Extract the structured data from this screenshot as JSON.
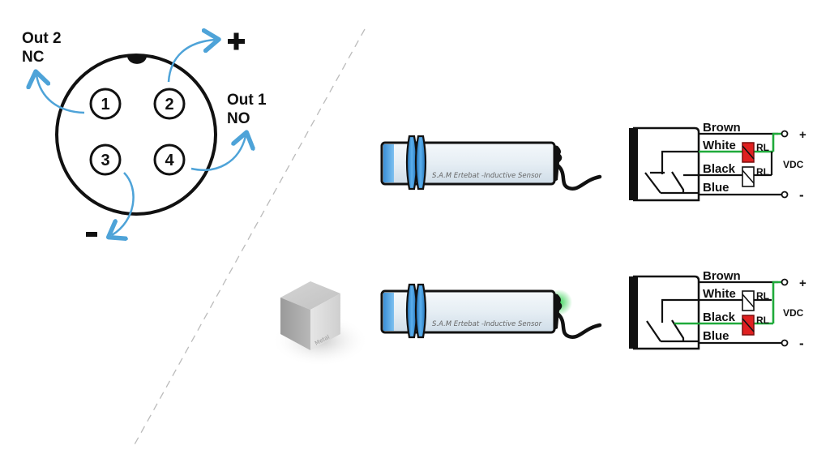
{
  "connector": {
    "pins": [
      {
        "number": "1",
        "label": "Out 2",
        "sublabel": "NC"
      },
      {
        "number": "2",
        "label": "+"
      },
      {
        "number": "3",
        "label": "-"
      },
      {
        "number": "4",
        "label": "Out 1",
        "sublabel": "NO"
      }
    ],
    "out2_label": "Out 2",
    "out2_sub": "NC",
    "out1_label": "Out 1",
    "out1_sub": "NO",
    "plus_label": "+",
    "minus_label": "-",
    "arrow_color": "#4ea3d8"
  },
  "sensors": [
    {
      "brand_text": "S.A.M Ertebat -Inductive Sensor",
      "indicator_on": false,
      "target_present": false,
      "circuit": {
        "wires": [
          "Brown",
          "White",
          "Black",
          "Blue"
        ],
        "relay_label": "RL",
        "supply_label": "VDC",
        "plus": "+",
        "minus": "-",
        "active_relay": "White"
      }
    },
    {
      "brand_text": "S.A.M Ertebat -Inductive Sensor",
      "indicator_on": true,
      "target_present": true,
      "target_label": "Metal",
      "circuit": {
        "wires": [
          "Brown",
          "White",
          "Black",
          "Blue"
        ],
        "relay_label": "RL",
        "supply_label": "VDC",
        "plus": "+",
        "minus": "-",
        "active_relay": "Black"
      }
    }
  ],
  "colors": {
    "active_wire": "#1faa3a",
    "active_relay": "#e02020",
    "sensor_blue": "#3a8fd6",
    "indicator_glow": "#22cc44"
  }
}
